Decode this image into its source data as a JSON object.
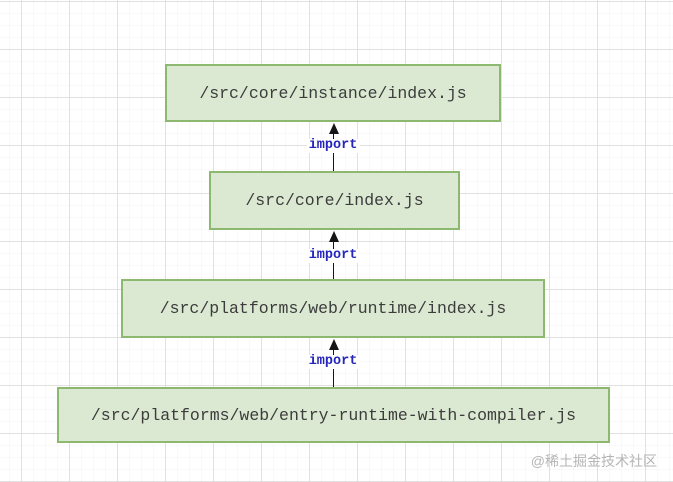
{
  "diagram": {
    "nodes": [
      {
        "label": "/src/core/instance/index.js"
      },
      {
        "label": "/src/core/index.js"
      },
      {
        "label": "/src/platforms/web/runtime/index.js"
      },
      {
        "label": "/src/platforms/web/entry-runtime-with-compiler.js"
      }
    ],
    "edges": [
      {
        "label": "import"
      },
      {
        "label": "import"
      },
      {
        "label": "import"
      }
    ],
    "colors": {
      "node_fill": "#dbe9d2",
      "node_border": "#8cb870",
      "edge_label": "#2626bd",
      "arrow": "#161616",
      "watermark": "#b5b5b5"
    }
  },
  "watermark": "@稀土掘金技术社区"
}
